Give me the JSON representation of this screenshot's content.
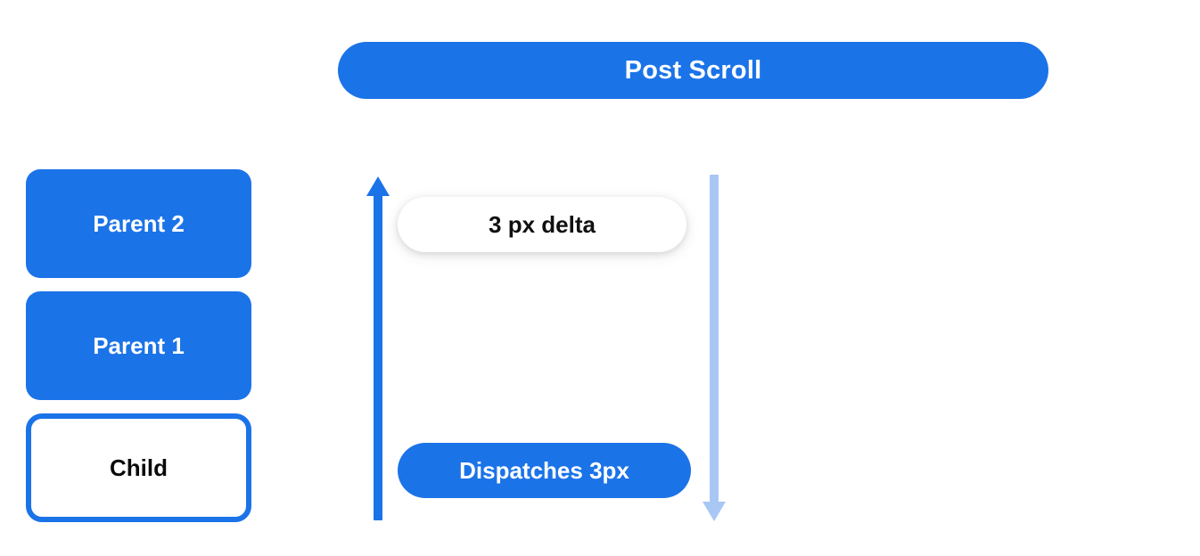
{
  "diagram": {
    "title": "Post Scroll",
    "colors": {
      "primary_blue": "#1b73e8",
      "light_blue": "#a8c7f5",
      "white": "#ffffff",
      "text_dark": "#101010"
    },
    "header": {
      "label": "Post Scroll"
    },
    "hierarchy": {
      "nodes": [
        {
          "label": "Parent 2",
          "style": "filled"
        },
        {
          "label": "Parent 1",
          "style": "filled"
        },
        {
          "label": "Child",
          "style": "outlined"
        }
      ]
    },
    "flow": {
      "arrows": [
        {
          "name": "bubble-up-arrow",
          "direction": "up",
          "color": "#1b73e8"
        },
        {
          "name": "scroll-down-arrow",
          "direction": "down",
          "color": "#a8c7f5"
        }
      ],
      "callouts": [
        {
          "label": "3 px delta",
          "style": "light"
        },
        {
          "label": "Dispatches 3px",
          "style": "solid"
        }
      ]
    }
  }
}
